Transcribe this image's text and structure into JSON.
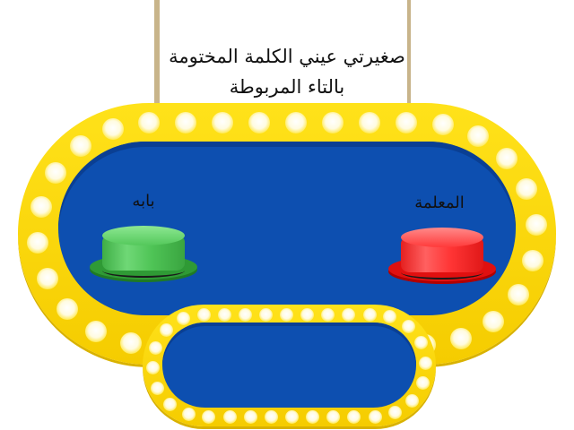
{
  "sign": {
    "title_line1": "صغيرتي عيني الكلمة المختومة",
    "title_line2": "بالتاء المربوطة"
  },
  "game": {
    "options": [
      {
        "label": "بابه",
        "button_color": "green",
        "hex": "#3fae46"
      },
      {
        "label": "المعلمة",
        "button_color": "red",
        "hex": "#ff2a2a"
      }
    ],
    "answer_panel": {
      "text": ""
    }
  },
  "colors": {
    "frame_yellow": "#ffe21a",
    "panel_blue": "#0d4fb0",
    "post_tan": "#c8b48a"
  }
}
